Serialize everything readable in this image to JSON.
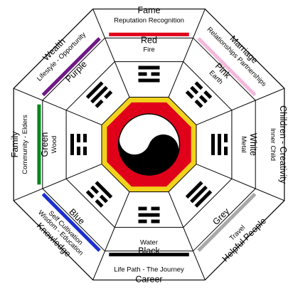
{
  "sectors": [
    {
      "id": "fame",
      "area": [
        "Fame"
      ],
      "aspect": [
        "Reputation Recognition"
      ],
      "color_name": "Red",
      "element": "Fire",
      "band_color": "#e0001a",
      "trigram": [
        1,
        0,
        1
      ]
    },
    {
      "id": "marriage",
      "area": [
        "Marriage"
      ],
      "aspect": [
        "Relationships Partnerships"
      ],
      "color_name": "Pink",
      "element": "Earth",
      "band_color": "#f4b8dc",
      "trigram": [
        0,
        0,
        0
      ]
    },
    {
      "id": "children",
      "area": [
        "Children - Creativity"
      ],
      "aspect": [
        "Inner Child"
      ],
      "color_name": "White",
      "element": "Metal",
      "band_color": "#ffffff",
      "trigram": [
        0,
        1,
        1
      ]
    },
    {
      "id": "helpful-people",
      "area": [
        "Helpful People"
      ],
      "aspect": [
        "Travel"
      ],
      "color_name": "Grey",
      "element": "",
      "band_color": "#a8a8a8",
      "trigram": [
        1,
        1,
        1
      ]
    },
    {
      "id": "career",
      "area": [
        "Career"
      ],
      "aspect": [
        "Life Path - The Journey"
      ],
      "color_name": "Black",
      "element": "Water",
      "band_color": "#000000",
      "trigram": [
        0,
        1,
        0
      ]
    },
    {
      "id": "knowledge",
      "area": [
        "Knowledge"
      ],
      "aspect": [
        "Wisdom - Education",
        "Self Cultivation"
      ],
      "color_name": "Blue",
      "element": "",
      "band_color": "#1b2fd0",
      "trigram": [
        0,
        0,
        1
      ]
    },
    {
      "id": "family",
      "area": [
        "Family"
      ],
      "aspect": [
        "Community - Elders"
      ],
      "color_name": "Green",
      "element": "Wood",
      "band_color": "#00881b",
      "trigram": [
        1,
        0,
        0
      ]
    },
    {
      "id": "wealth",
      "area": [
        "Wealth"
      ],
      "aspect": [
        "Lifestyle - Opportunity"
      ],
      "color_name": "Purple",
      "element": "",
      "band_color": "#6e1a86",
      "trigram": [
        1,
        1,
        0
      ]
    }
  ],
  "center": {
    "octagon_colors": [
      "#f1d21c",
      "#e0001a"
    ],
    "yin_yang_colors": [
      "#000000",
      "#ffffff"
    ]
  }
}
